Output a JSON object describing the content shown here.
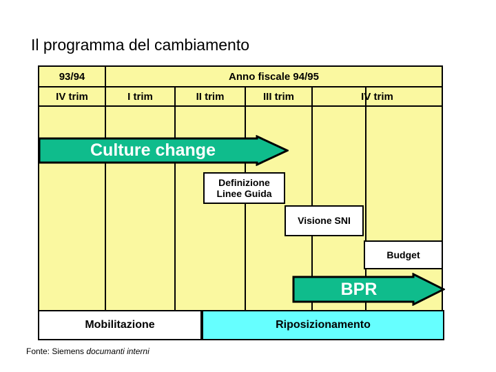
{
  "slide": {
    "title": "Il programma del cambiamento",
    "background": "#FFFFFF"
  },
  "colors": {
    "table_fill": "#FAF8A0",
    "arrow_fill": "#0FBC8C",
    "arrow_stroke": "#000000",
    "arrow_text": "#FFFFFF",
    "phase_repositioning_fill": "#66FFFF",
    "phase_mobilitation_fill": "#FFFFFF",
    "milestone_fill": "#FFFFFF",
    "border": "#000000"
  },
  "table": {
    "year_headers": [
      {
        "label": "93/94",
        "span": 1
      },
      {
        "label": "Anno fiscale 94/95",
        "span": 4
      }
    ],
    "quarter_headers": [
      "IV trim",
      "I trim",
      "II trim",
      "III trim",
      "IV trim"
    ]
  },
  "arrows": [
    {
      "id": "culture-change",
      "label": "Culture change"
    },
    {
      "id": "bpr",
      "label": "BPR"
    }
  ],
  "milestones": [
    {
      "id": "definizione-linee-guida",
      "line1": "Definizione",
      "line2": "Linee Guida"
    },
    {
      "id": "visione-sni",
      "line1": "Visione SNI",
      "line2": ""
    },
    {
      "id": "budget",
      "line1": "Budget",
      "line2": ""
    }
  ],
  "phases": [
    {
      "id": "mobilitazione",
      "label": "Mobilitazione"
    },
    {
      "id": "riposizionamento",
      "label": "Riposizionamento"
    }
  ],
  "source": {
    "prefix": "Fonte: Siemens ",
    "italic": "documanti interni"
  }
}
